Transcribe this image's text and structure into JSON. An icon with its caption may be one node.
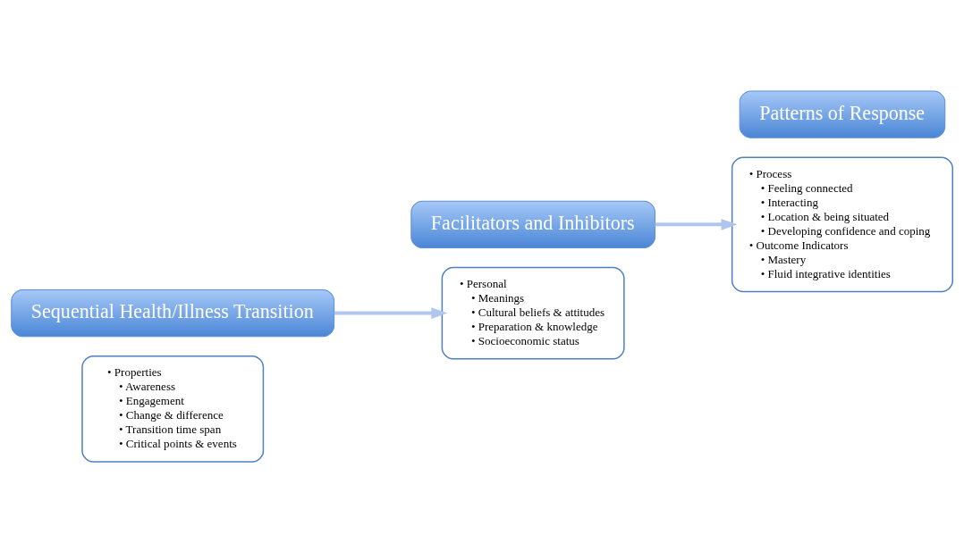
{
  "diagram": {
    "nodes": [
      {
        "text": [
          "• Properties",
          "• Awareness",
          "• Engagement",
          "• Change & difference",
          "• Transition time span",
          "• Critical points & events"
        ]
      },
      {
        "text": [
          "Sequential Health/Illness Transition"
        ]
      },
      {
        "text": [
          "Facilitators and Inhibitors"
        ]
      },
      {
        "text": [
          "• Personal",
          "• Meanings",
          "• Cultural beliefs & attitudes",
          "• Preparation & knowledge",
          "• Socioeconomic status"
        ]
      },
      {
        "text": [
          "• Process",
          "• Feeling connected",
          "• Interacting",
          "• Location & being situated",
          "• Developing confidence and coping",
          "• Outcome Indicators",
          "• Mastery",
          "• Fluid integrative identities"
        ]
      },
      {
        "text": [
          "Patterns of Response"
        ]
      }
    ],
    "edges": [
      {
        "from": 1,
        "to": 3,
        "arrow": "to"
      },
      {
        "from": 2,
        "to": 4,
        "arrow": "to"
      }
    ]
  }
}
